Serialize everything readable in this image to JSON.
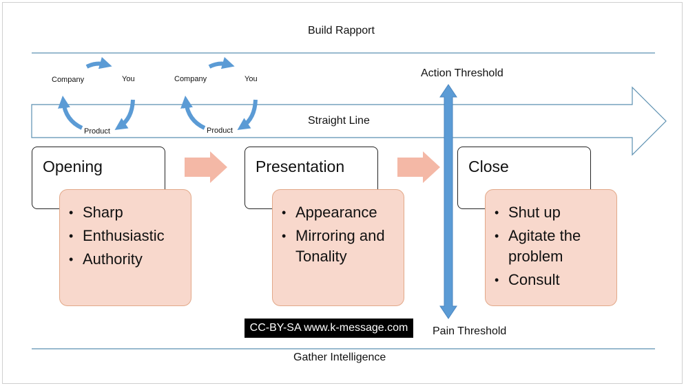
{
  "bands": {
    "top": "Build Rapport",
    "middle": "Straight Line",
    "bottom": "Gather Intelligence"
  },
  "cycles": [
    {
      "company": "Company",
      "you": "You",
      "product": "Product"
    },
    {
      "company": "Company",
      "you": "You",
      "product": "Product"
    }
  ],
  "thresholds": {
    "action": "Action Threshold",
    "pain": "Pain Threshold"
  },
  "phases": [
    {
      "title": "Opening",
      "items": [
        "Sharp",
        "Enthusiastic",
        "Authority"
      ]
    },
    {
      "title": "Presentation",
      "items": [
        "Appearance",
        "Mirroring and Tonality"
      ]
    },
    {
      "title": "Close",
      "items": [
        "Shut up",
        "Agitate the problem",
        "Consult"
      ]
    }
  ],
  "bullet_glyph": "•",
  "watermark": "CC-BY-SA www.k-message.com",
  "colors": {
    "line": "#5b8fb0",
    "cycle_arrow": "#5b9bd5",
    "threshold_arrow": "#5b9bd5",
    "flow_arrow": "#f4b8a6",
    "detail_fill": "#f8d8cc",
    "detail_border": "#e2a888"
  }
}
